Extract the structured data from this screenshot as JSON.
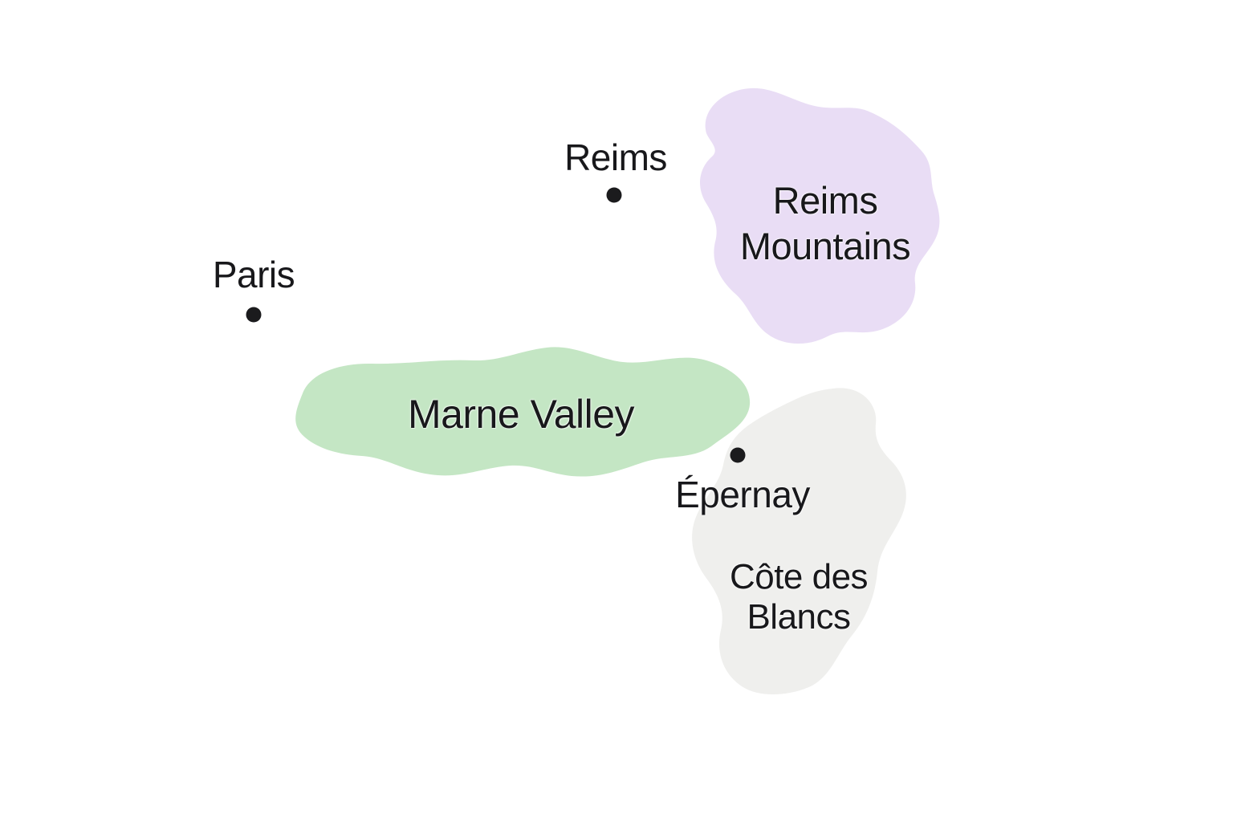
{
  "colors": {
    "background": "#ffffff",
    "label_text": "#18181b",
    "city_dot": "#1b1b1d"
  },
  "regions": [
    {
      "name": "Reims Mountains",
      "lines": [
        "Reims",
        "Mountains"
      ],
      "color": "#e9ddf5"
    },
    {
      "name": "Marne Valley",
      "lines": [
        "Marne Valley"
      ],
      "color": "#c4e6c4"
    },
    {
      "name": "Côte des Blancs",
      "lines": [
        "Côte des",
        "Blancs"
      ],
      "color": "#efefed"
    }
  ],
  "cities": [
    {
      "name": "Reims"
    },
    {
      "name": "Paris"
    },
    {
      "name": "Épernay"
    }
  ]
}
